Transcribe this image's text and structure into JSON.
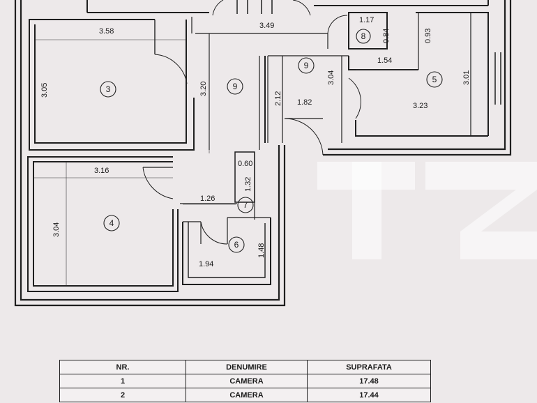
{
  "rooms": [
    {
      "id": "room-3",
      "number": "3"
    },
    {
      "id": "room-4",
      "number": "4"
    },
    {
      "id": "room-5",
      "number": "5"
    },
    {
      "id": "room-6",
      "number": "6"
    },
    {
      "id": "room-7",
      "number": "7"
    },
    {
      "id": "room-8",
      "number": "8"
    },
    {
      "id": "room-9a",
      "number": "9"
    },
    {
      "id": "room-9b",
      "number": "9"
    }
  ],
  "dimensions": {
    "d_358": "3.58",
    "d_349": "3.49",
    "d_117": "1.17",
    "d_084": "0.84",
    "d_093": "0.93",
    "d_154": "1.54",
    "d_305": "3.05",
    "d_320": "3.20",
    "d_304a": "3.04",
    "d_301": "3.01",
    "d_212": "2.12",
    "d_182": "1.82",
    "d_323": "3.23",
    "d_316": "3.16",
    "d_060": "0.60",
    "d_132": "1.32",
    "d_126": "1.26",
    "d_304b": "3.04",
    "d_148": "1.48",
    "d_194": "1.94"
  },
  "table": {
    "headers": [
      "NR.",
      "DENUMIRE",
      "SUPRAFATA"
    ],
    "rows": [
      [
        "1",
        "CAMERA",
        "17.48"
      ],
      [
        "2",
        "CAMERA",
        "17.44"
      ]
    ]
  }
}
